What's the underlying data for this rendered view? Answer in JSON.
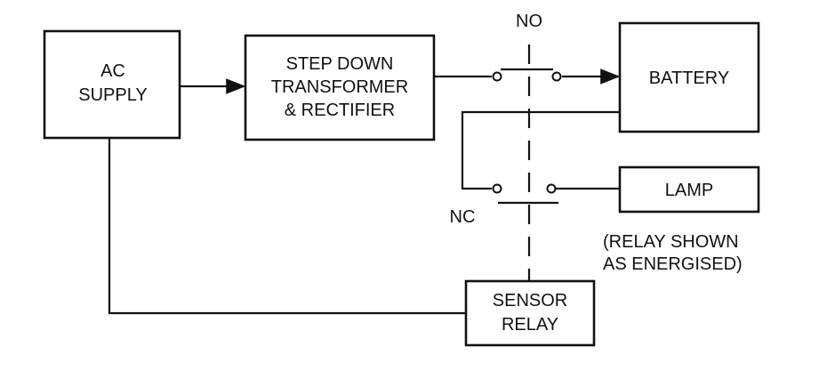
{
  "blocks": {
    "ac_supply": [
      "AC",
      "SUPPLY"
    ],
    "transformer": [
      "STEP DOWN",
      "TRANSFORMER",
      "& RECTIFIER"
    ],
    "battery": "BATTERY",
    "lamp": "LAMP",
    "sensor_relay": [
      "SENSOR",
      "RELAY"
    ]
  },
  "contacts": {
    "no": "NO",
    "nc": "NC"
  },
  "note": [
    "(RELAY SHOWN",
    "AS ENERGISED)"
  ]
}
